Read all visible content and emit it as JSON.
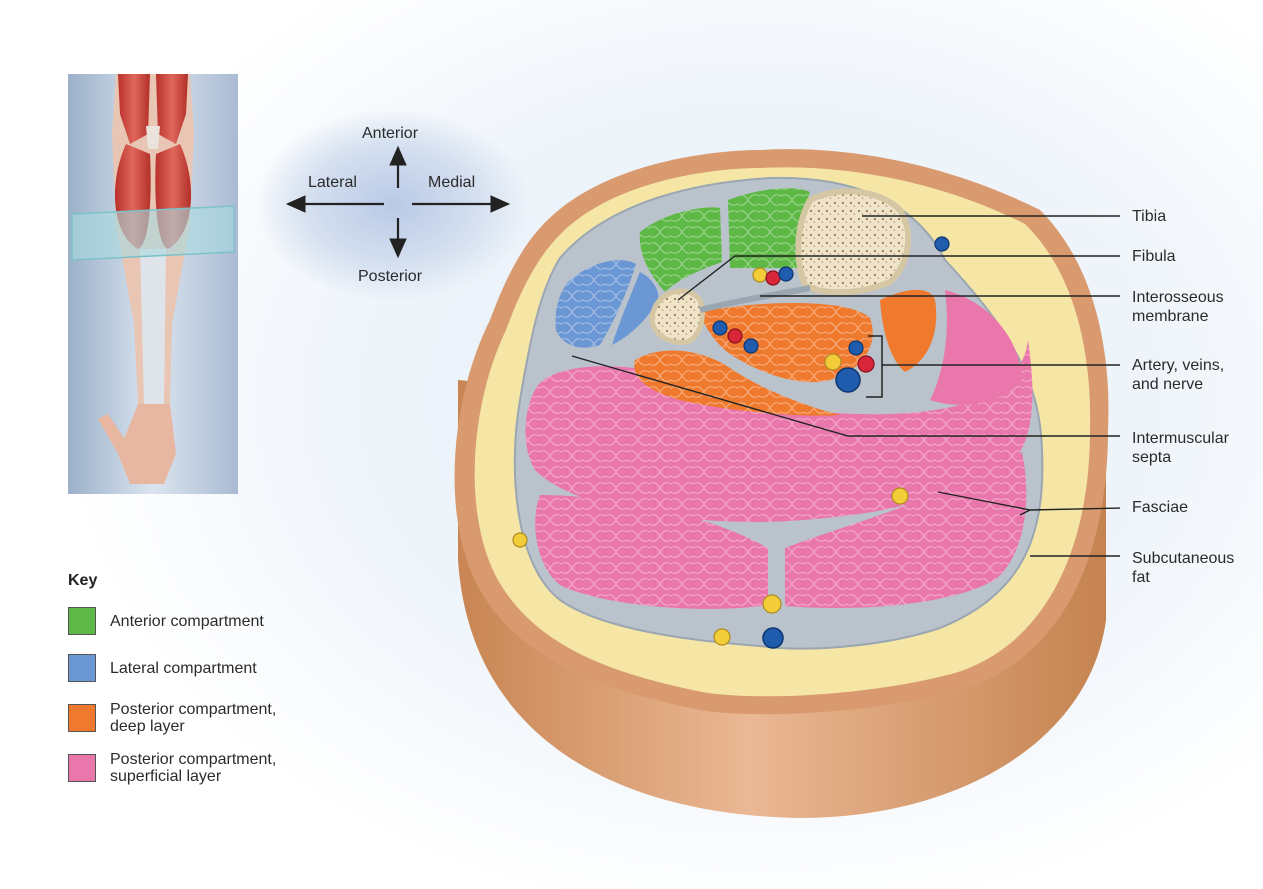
{
  "compass": {
    "anterior": "Anterior",
    "posterior": "Posterior",
    "lateral": "Lateral",
    "medial": "Medial"
  },
  "callouts": {
    "tibia": "Tibia",
    "fibula": "Fibula",
    "interosseous_membrane": "Interosseous\nmembrane",
    "artery_veins_nerve": "Artery, veins,\nand nerve",
    "intermuscular_septa": "Intermuscular\nsepta",
    "fasciae": "Fasciae",
    "subcutaneous_fat": "Subcutaneous\nfat"
  },
  "key": {
    "title": "Key",
    "items": [
      {
        "label": "Anterior compartment",
        "color": "#5db846"
      },
      {
        "label": "Lateral compartment",
        "color": "#6b97d4"
      },
      {
        "label": "Posterior compartment,\ndeep layer",
        "color": "#ef7a2e"
      },
      {
        "label": "Posterior compartment,\nsuperficial layer",
        "color": "#ea77ab"
      }
    ]
  },
  "colors": {
    "skin": "#d99a70",
    "fat": "#f6e6a6",
    "fascia": "#b9c3cc",
    "bone": "#efe4cc",
    "artery": "#d8263a",
    "vein": "#1f5cad",
    "nerve": "#f3cc3a"
  }
}
